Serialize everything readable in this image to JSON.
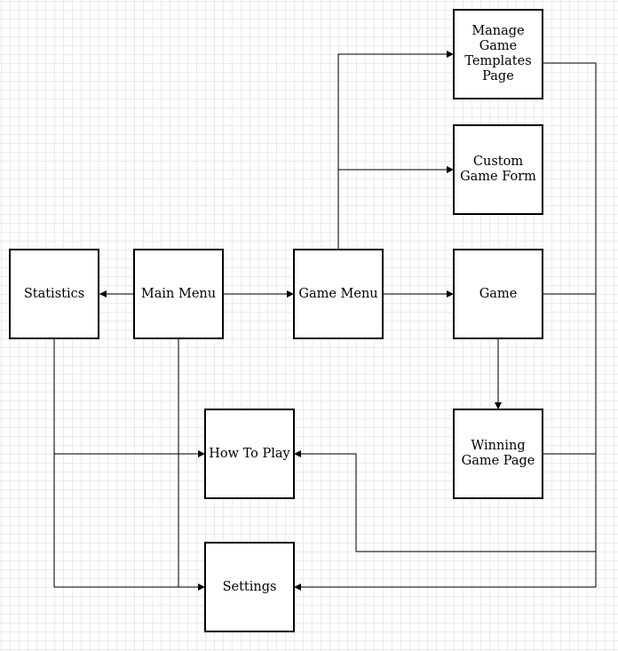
{
  "nodes": {
    "manage_templates": "Manage\nGame\nTemplates\nPage",
    "custom_game_form": "Custom\nGame Form",
    "statistics": "Statistics",
    "main_menu": "Main Menu",
    "game_menu": "Game Menu",
    "game": "Game",
    "how_to_play": "How To Play",
    "winning_game_page": "Winning\nGame Page",
    "settings": "Settings"
  },
  "colors": {
    "line": "#000000",
    "grid": "#ebebeb",
    "background": "#ffffff"
  }
}
